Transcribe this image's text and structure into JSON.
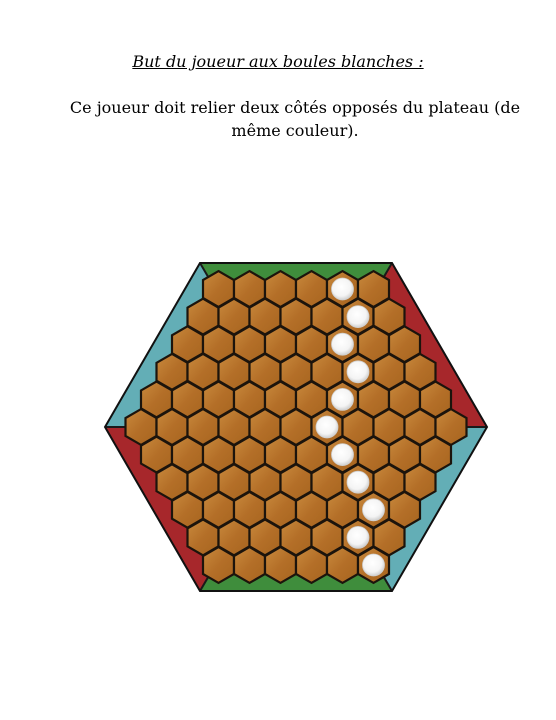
{
  "page": {
    "heading": "But du joueur aux boules blanches :",
    "description": "Ce joueur doit relier deux côtés opposés du plateau (de même couleur)."
  },
  "board": {
    "game": "hex board",
    "shape": "hexagon",
    "side_colors": {
      "top_bottom": "#3f8d3c",
      "upper_left_lower_right": "#63aeb6",
      "upper_right_lower_left": "#a7272b"
    },
    "cell_color": "#b9772c",
    "row_lengths": [
      6,
      7,
      8,
      9,
      10,
      11,
      10,
      9,
      8,
      7,
      6
    ],
    "white_stones": [
      [
        0,
        4
      ],
      [
        1,
        5
      ],
      [
        2,
        5
      ],
      [
        3,
        6
      ],
      [
        4,
        6
      ],
      [
        5,
        6
      ],
      [
        6,
        6
      ],
      [
        7,
        6
      ],
      [
        8,
        6
      ],
      [
        9,
        5
      ],
      [
        10,
        5
      ]
    ]
  }
}
